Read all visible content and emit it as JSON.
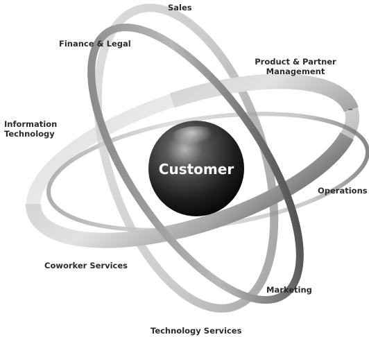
{
  "center": {
    "label": "Customer",
    "colors": {
      "highlight": "#9a9a9a",
      "mid": "#3a3a3a",
      "shadow": "#0a0a0a"
    }
  },
  "orbit_colors": {
    "light": "#d4d4d4",
    "mid": "#a8a8a8",
    "dark": "#4a4a4a"
  },
  "nodes": [
    {
      "id": "sales",
      "label": "Sales"
    },
    {
      "id": "finance-legal",
      "label": "Finance & Legal"
    },
    {
      "id": "product-partner",
      "label": "Product & Partner Management"
    },
    {
      "id": "information-technology",
      "label": "Information Technology"
    },
    {
      "id": "operations",
      "label": "Operations"
    },
    {
      "id": "coworker-services",
      "label": "Coworker Services"
    },
    {
      "id": "marketing",
      "label": "Marketing"
    },
    {
      "id": "technology-services",
      "label": "Technology Services"
    }
  ],
  "trademark": "™"
}
